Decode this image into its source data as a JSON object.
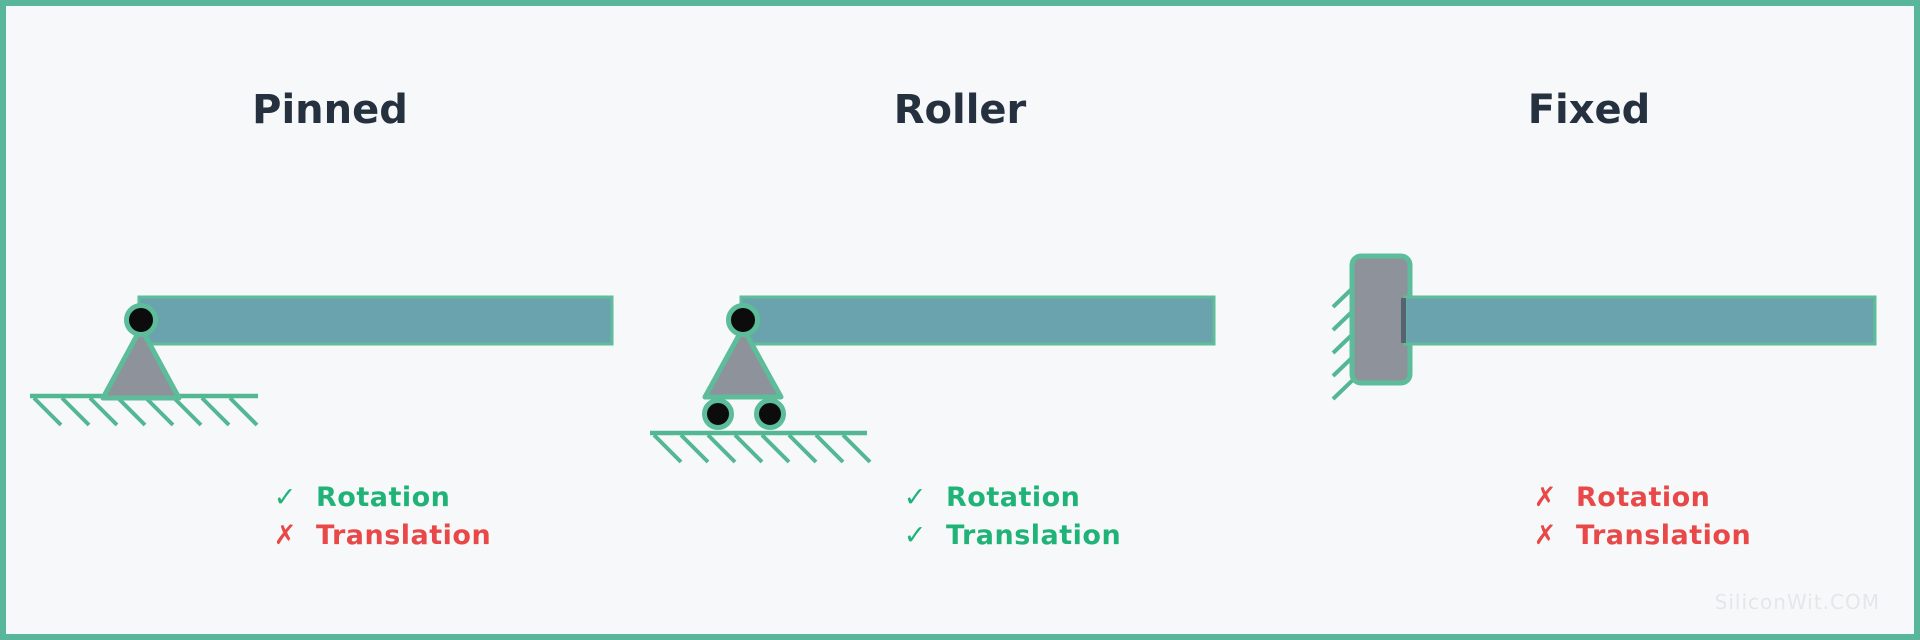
{
  "page": {
    "background": "#f7f8fa",
    "border_color": "#58b79b",
    "watermark": "SiliconWit.COM"
  },
  "colors": {
    "title_text": "#25313f",
    "beam_fill": "#6aa3ad",
    "beam_stroke": "#5fbd9a",
    "support_gray": "#8d929b",
    "support_stroke": "#5dbc9a",
    "ground_green": "#54b794",
    "pin_black": "#0c0c0c",
    "allowed_green": "#20b377",
    "denied_red": "#e84848"
  },
  "supports": [
    {
      "id": "pinned",
      "title": "Pinned",
      "capabilities": [
        {
          "icon": "✓",
          "label": "Rotation",
          "state": "allowed"
        },
        {
          "icon": "✗",
          "label": "Translation",
          "state": "denied"
        }
      ]
    },
    {
      "id": "roller",
      "title": "Roller",
      "capabilities": [
        {
          "icon": "✓",
          "label": "Rotation",
          "state": "allowed"
        },
        {
          "icon": "✓",
          "label": "Translation",
          "state": "allowed"
        }
      ]
    },
    {
      "id": "fixed",
      "title": "Fixed",
      "capabilities": [
        {
          "icon": "✗",
          "label": "Rotation",
          "state": "denied"
        },
        {
          "icon": "✗",
          "label": "Translation",
          "state": "denied"
        }
      ]
    }
  ]
}
